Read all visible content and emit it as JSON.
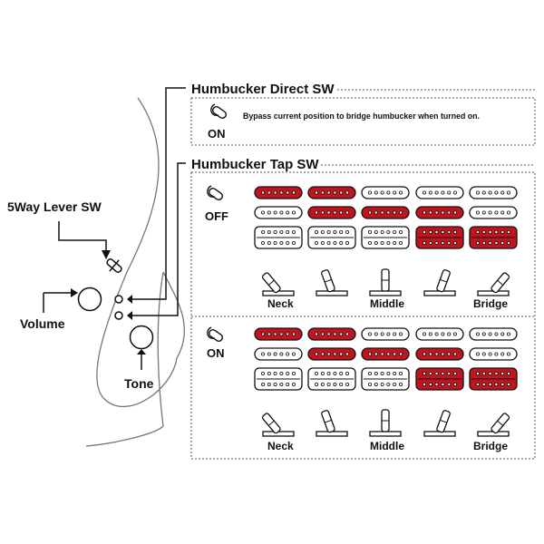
{
  "labels": {
    "lever": "5Way Lever SW",
    "volume": "Volume",
    "tone": "Tone",
    "direct_title": "Humbucker Direct SW",
    "direct_state": "ON",
    "direct_desc": "Bypass current position to bridge humbucker when turned on.",
    "tap_title": "Humbucker Tap SW",
    "state_off": "OFF",
    "state_on": "ON",
    "neck": "Neck",
    "middle": "Middle",
    "bridge": "Bridge"
  },
  "colors": {
    "active": "#c0151f",
    "inactive": "#ffffff",
    "outline": "#111111",
    "dashed": "#555555"
  },
  "tap_tables": [
    {
      "state": "OFF",
      "pickup_rows": [
        {
          "pickup": "neck",
          "type": "single",
          "active": [
            true,
            true,
            false,
            false,
            false
          ]
        },
        {
          "pickup": "middle",
          "type": "single",
          "active": [
            false,
            true,
            true,
            true,
            false
          ]
        },
        {
          "pickup": "bridge",
          "type": "humbucker",
          "active": [
            false,
            false,
            false,
            true,
            true
          ]
        }
      ]
    },
    {
      "state": "ON",
      "pickup_rows": [
        {
          "pickup": "neck",
          "type": "single",
          "active": [
            true,
            true,
            false,
            false,
            false
          ]
        },
        {
          "pickup": "middle",
          "type": "single",
          "active": [
            false,
            true,
            true,
            true,
            false
          ]
        },
        {
          "pickup": "bridge",
          "type": "humbucker",
          "active": [
            false,
            false,
            false,
            true,
            true
          ]
        }
      ]
    }
  ],
  "lever_positions": [
    "neck",
    "neck-middle",
    "middle",
    "middle-bridge",
    "bridge"
  ]
}
